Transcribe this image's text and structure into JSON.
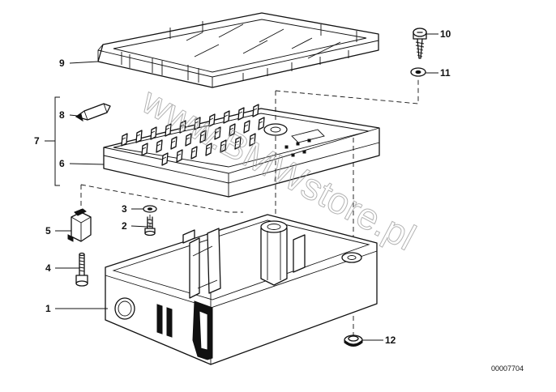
{
  "diagram_code": "00007704",
  "watermark": "www.BMWstore.pl",
  "callouts": [
    {
      "id": "1",
      "text": "1"
    },
    {
      "id": "2",
      "text": "2"
    },
    {
      "id": "3",
      "text": "3"
    },
    {
      "id": "4",
      "text": "4"
    },
    {
      "id": "5",
      "text": "5"
    },
    {
      "id": "6",
      "text": "6"
    },
    {
      "id": "7",
      "text": "7"
    },
    {
      "id": "8",
      "text": "8"
    },
    {
      "id": "9",
      "text": "9"
    },
    {
      "id": "10",
      "text": "10"
    },
    {
      "id": "11",
      "text": "11"
    },
    {
      "id": "12",
      "text": "12"
    }
  ]
}
